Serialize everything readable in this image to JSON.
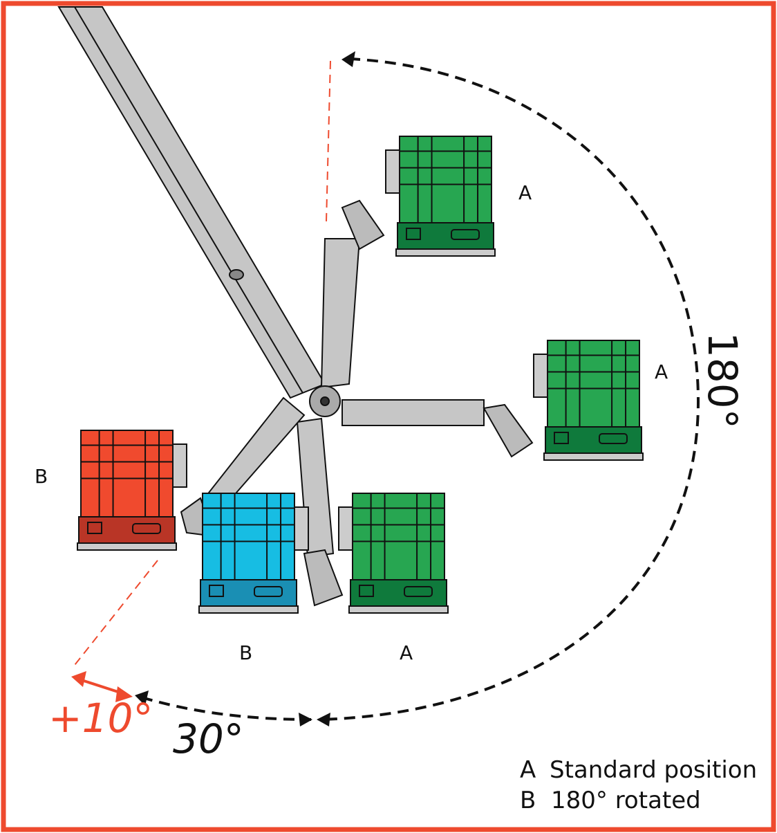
{
  "labels": {
    "a_top": "A",
    "a_right": "A",
    "a_bottom": "A",
    "b_left": "B",
    "b_bottom": "B"
  },
  "angles": {
    "rotation": "180°",
    "swing": "30°",
    "extra": "+10°"
  },
  "legend": {
    "a_key": "A",
    "a_text": "Standard position",
    "b_key": "B",
    "b_text": "180° rotated"
  },
  "colors": {
    "frame": "#ee4a2e",
    "standard_platform": "#27a651",
    "standard_platform_dark": "#0f7a3c",
    "rotated_platform": "#17bde3",
    "rotated_platform_dark": "#1a8fb4",
    "extra_rotated_platform": "#f04a2e",
    "extra_rotated_platform_dark": "#b93526",
    "boom": "#c6c6c6"
  }
}
